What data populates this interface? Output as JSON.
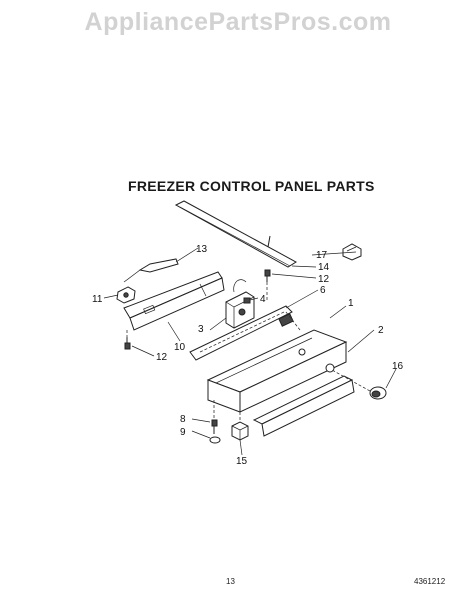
{
  "watermark": "AppliancePartsPros.com",
  "title": "FREEZER CONTROL PANEL PARTS",
  "page_number": "13",
  "document_number": "4361212",
  "callouts": {
    "c1": "1",
    "c2": "2",
    "c3": "3",
    "c4": "4",
    "c6": "6",
    "c8": "8",
    "c9": "9",
    "c10": "10",
    "c11": "11",
    "c12a": "12",
    "c12b": "12",
    "c13": "13",
    "c14": "14",
    "c15": "15",
    "c16": "16",
    "c17": "17"
  }
}
